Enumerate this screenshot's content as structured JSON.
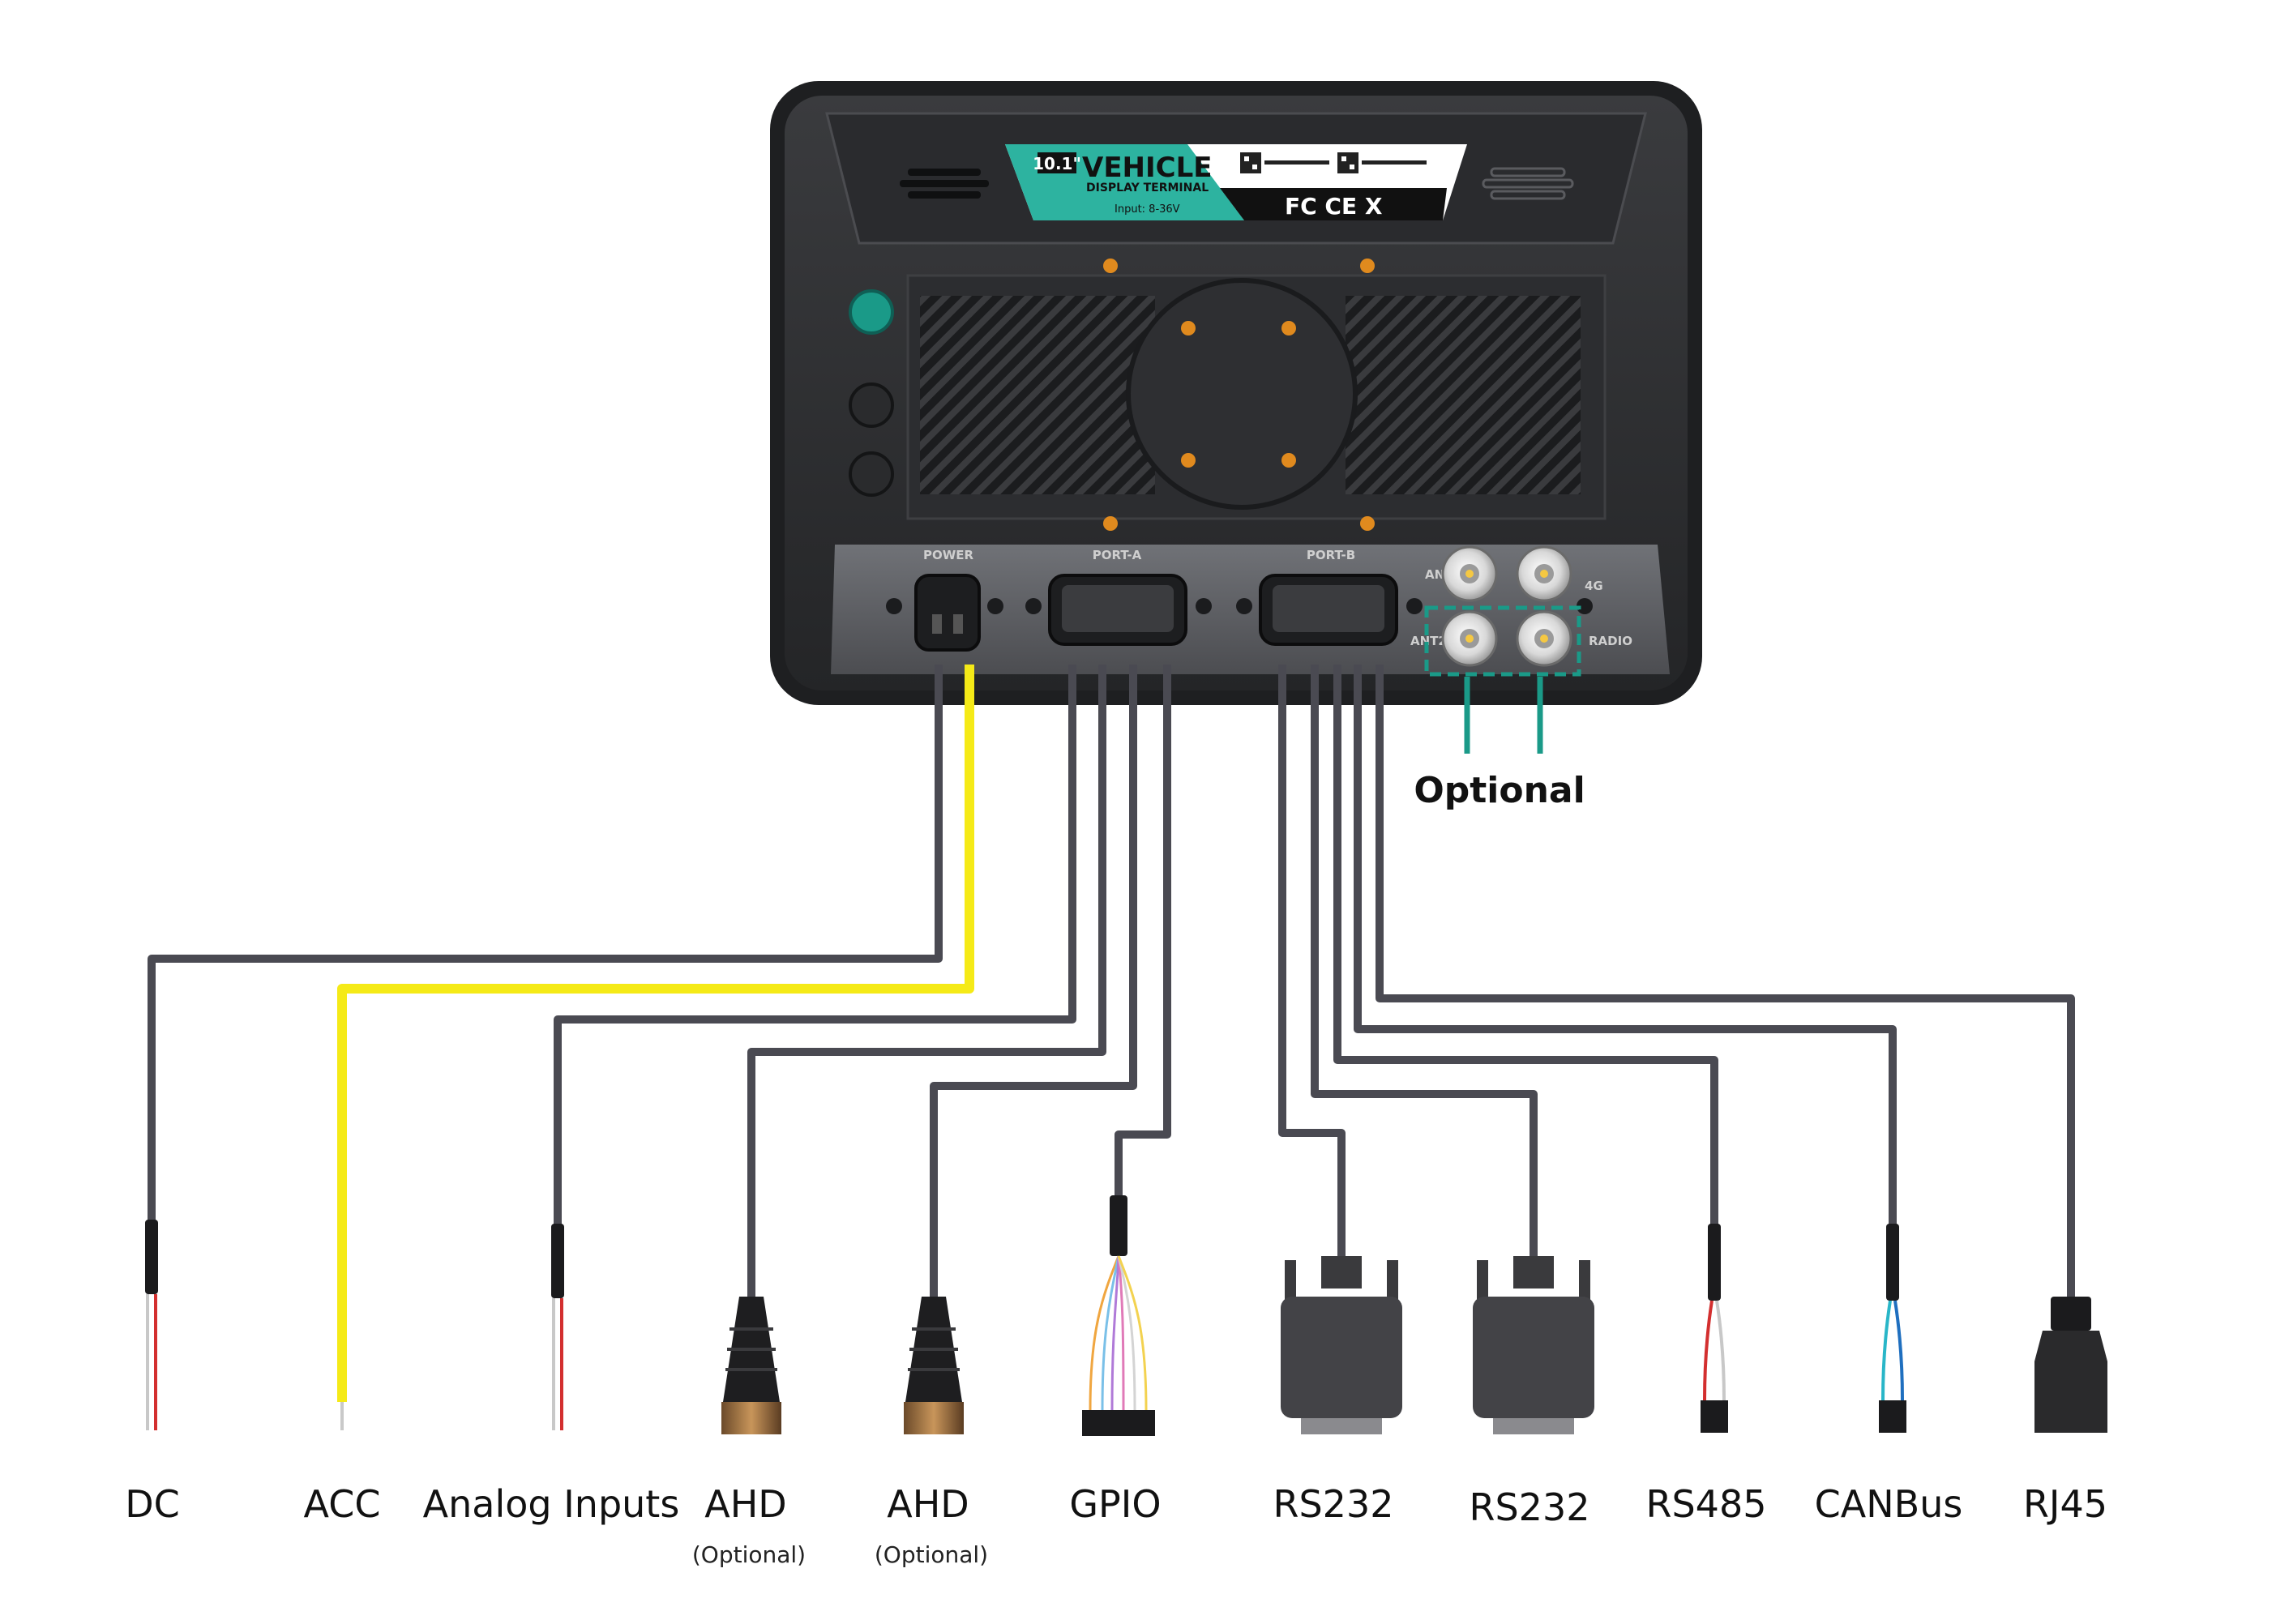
{
  "device": {
    "badge_size": "10.1\"",
    "brand_line1": "VEHICLE",
    "brand_line2": "DISPLAY TERMINAL",
    "input_spec": "Input: 8-36V",
    "cert_marks": "FC CE X",
    "port_power": "POWER",
    "port_a": "PORT-A",
    "port_b": "PORT-B",
    "ant1": "ANT1",
    "ant2": "ANT2",
    "ant_4g": "4G",
    "ant_radio": "RADIO"
  },
  "optional_antennas_label": "Optional",
  "cables": [
    {
      "label": "DC",
      "sub": ""
    },
    {
      "label": "ACC",
      "sub": ""
    },
    {
      "label": "Analog Inputs",
      "sub": ""
    },
    {
      "label": "AHD",
      "sub": "(Optional)"
    },
    {
      "label": "AHD",
      "sub": "(Optional)"
    },
    {
      "label": "GPIO",
      "sub": ""
    },
    {
      "label": "RS232",
      "sub": ""
    },
    {
      "label": "RS232",
      "sub": ""
    },
    {
      "label": "RS485",
      "sub": ""
    },
    {
      "label": "CANBus",
      "sub": ""
    },
    {
      "label": "RJ45",
      "sub": ""
    }
  ],
  "colors": {
    "cable": "#4a4a52",
    "acc_cable": "#f5ea17",
    "accent_teal": "#1a9a88",
    "housing": "#2f3033",
    "screw": "#e08a1e"
  }
}
